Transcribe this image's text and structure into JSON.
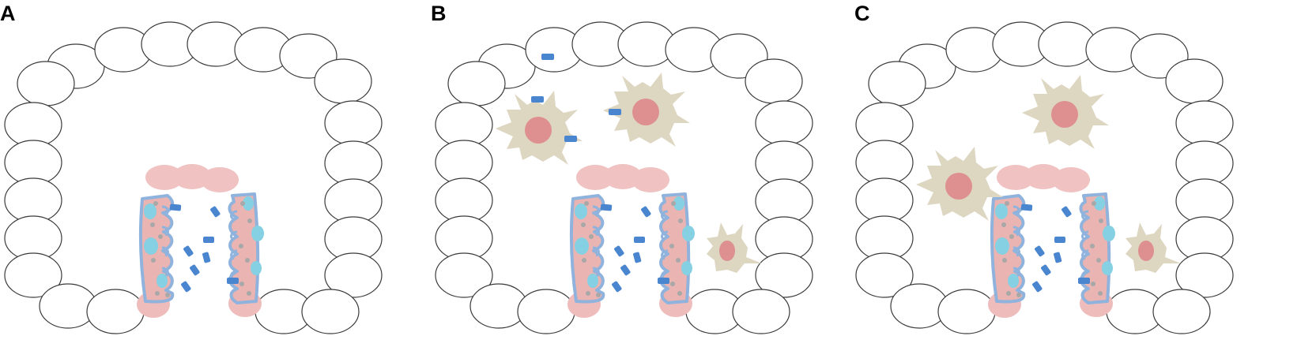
{
  "panels": [
    {
      "label": "A",
      "dendritic_cells": [],
      "free_particles": 0
    },
    {
      "label": "B",
      "dendritic_cells": [
        "large",
        "large",
        "small"
      ],
      "free_particles": 4
    },
    {
      "label": "C",
      "dendritic_cells": [
        "large",
        "large",
        "small"
      ],
      "free_particles": 0
    }
  ],
  "colors": {
    "cell_outline": "#3a3a3a",
    "crypt_cap": "#f0c2c2",
    "crypt_fill": "#e9b4b1",
    "crypt_border": "#8fb3dc",
    "nucleus_cyan": "#86d0e3",
    "granule": "#a8a8a8",
    "particle": "#4a86d0",
    "dc_body": "#ddd6c1",
    "dc_nucleus": "#de8f8f",
    "text": "#000000"
  }
}
